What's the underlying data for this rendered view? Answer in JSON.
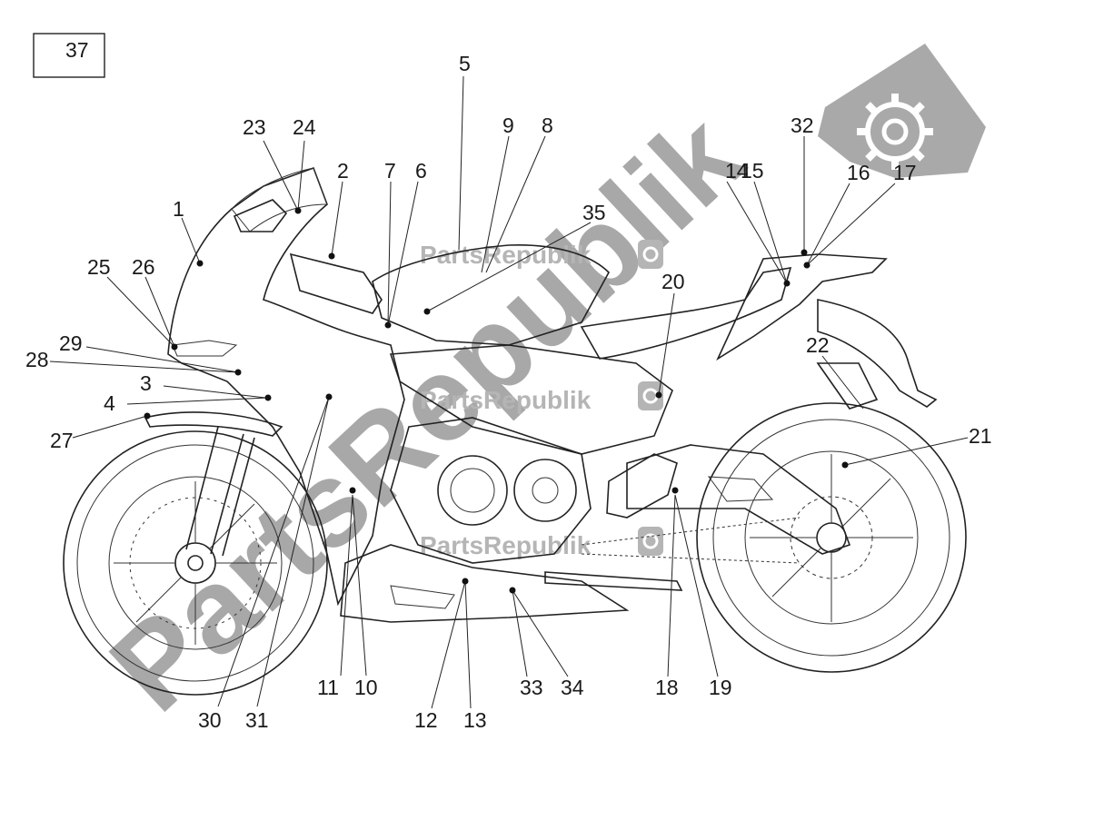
{
  "diagram": {
    "box_label": "37",
    "watermark": "PartsRepublik",
    "callouts": [
      "1",
      "2",
      "3",
      "4",
      "5",
      "6",
      "7",
      "8",
      "9",
      "10",
      "11",
      "12",
      "13",
      "14",
      "15",
      "16",
      "17",
      "18",
      "19",
      "20",
      "21",
      "22",
      "23",
      "24",
      "25",
      "26",
      "27",
      "28",
      "29",
      "30",
      "31",
      "32",
      "33",
      "34",
      "35"
    ]
  },
  "colors": {
    "line": "#222222",
    "watermark": "#9a9a9a",
    "background": "#ffffff"
  },
  "icons": [
    "gear-icon"
  ]
}
